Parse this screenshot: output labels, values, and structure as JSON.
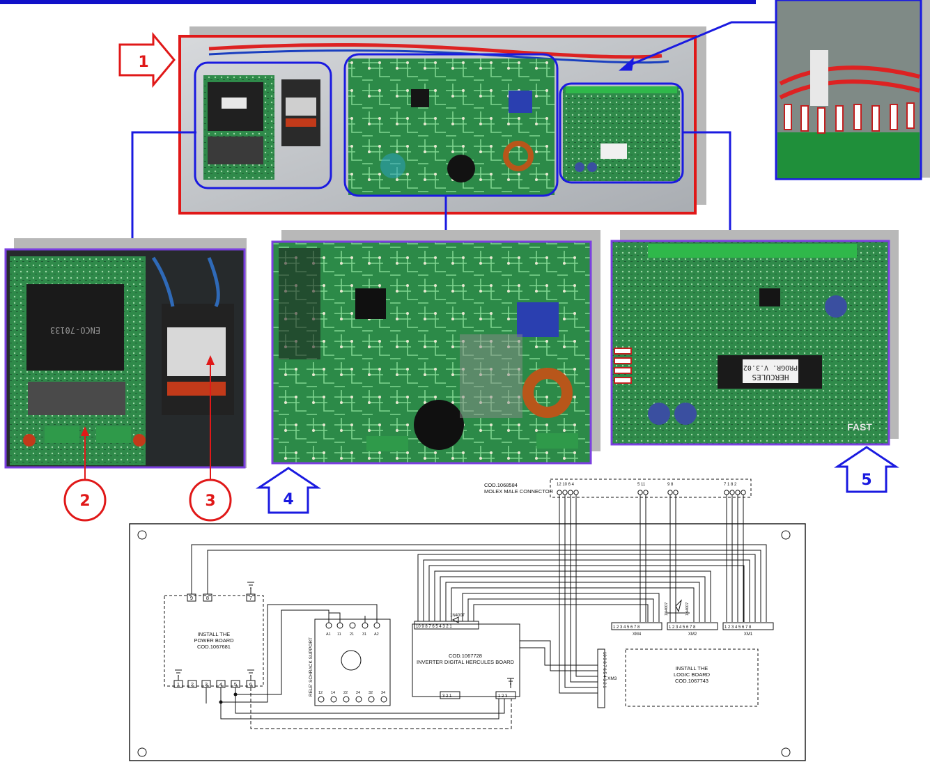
{
  "colors": {
    "callout_red": "#e01818",
    "callout_blue": "#1a1ae0",
    "frame_violet": "#7b3fe0",
    "pcb_green": "#2f8a4a",
    "pcb_dark": "#1f5a33",
    "header_rule": "#1010c8",
    "shadow": "#b8b8b8"
  },
  "callouts": {
    "c1": "1",
    "c2": "2",
    "c3": "3",
    "c4": "4",
    "c5": "5"
  },
  "photo_text": {
    "transformer_marking": "ENCO-70133",
    "logic_chip_label": "HERCULES",
    "logic_chip_version": "PROGR. V.3.02",
    "brand": "FAST"
  },
  "schematic": {
    "connector_code": "COD.1068584",
    "connector_name": "MOLEX MALE CONNECTOR",
    "connector_pins": {
      "g1": "12 10 6 4",
      "g2": "5 11",
      "g3": "9 8",
      "g4": "7 1 8 2"
    },
    "power_board": {
      "line1": "INSTALL THE",
      "line2": "POWER BOARD",
      "line3": "COD.1067681",
      "pin_9": "9",
      "pin_8": "8",
      "pin_7": "7",
      "pin_1": "1",
      "pin_2": "2",
      "pin_3": "3",
      "pin_4": "4",
      "pin_5": "5",
      "pin_6": "6"
    },
    "relay": {
      "support_label": "RELE' SCHRACK SUPPORT",
      "top_pins": [
        "A1",
        "11",
        "21",
        "31",
        "A2"
      ],
      "bottom_pins": [
        "12",
        "14",
        "22",
        "24",
        "32",
        "34"
      ]
    },
    "inverter": {
      "code": "COD.1067728",
      "name": "INVERTER DIGITAL HERCULES BOARD",
      "top_pins": "10 9 8 7 6 5 4 3 2 1",
      "diode": "1N4007",
      "bottom_pins": "3 2 1",
      "bottom_pins_right": "1 2 3"
    },
    "logic_board": {
      "line1": "INSTALL THE",
      "line2": "LOGIC BOARD",
      "line3": "COD.1067743"
    },
    "xm4": {
      "name": "XM4",
      "pins": "1 2 3 4 5 6 7 8"
    },
    "xm2": {
      "name": "XM2",
      "pins": "1 2 3 4 5 6 7 8"
    },
    "xm1": {
      "name": "XM1",
      "pins": "1 2 3 4 5 6 7 8"
    },
    "xm3": {
      "name": "XM3",
      "pins": "10 9 8 7 6 5 4 3 2 1"
    },
    "diode_a": "1N4007",
    "diode_b": "1N4007"
  }
}
